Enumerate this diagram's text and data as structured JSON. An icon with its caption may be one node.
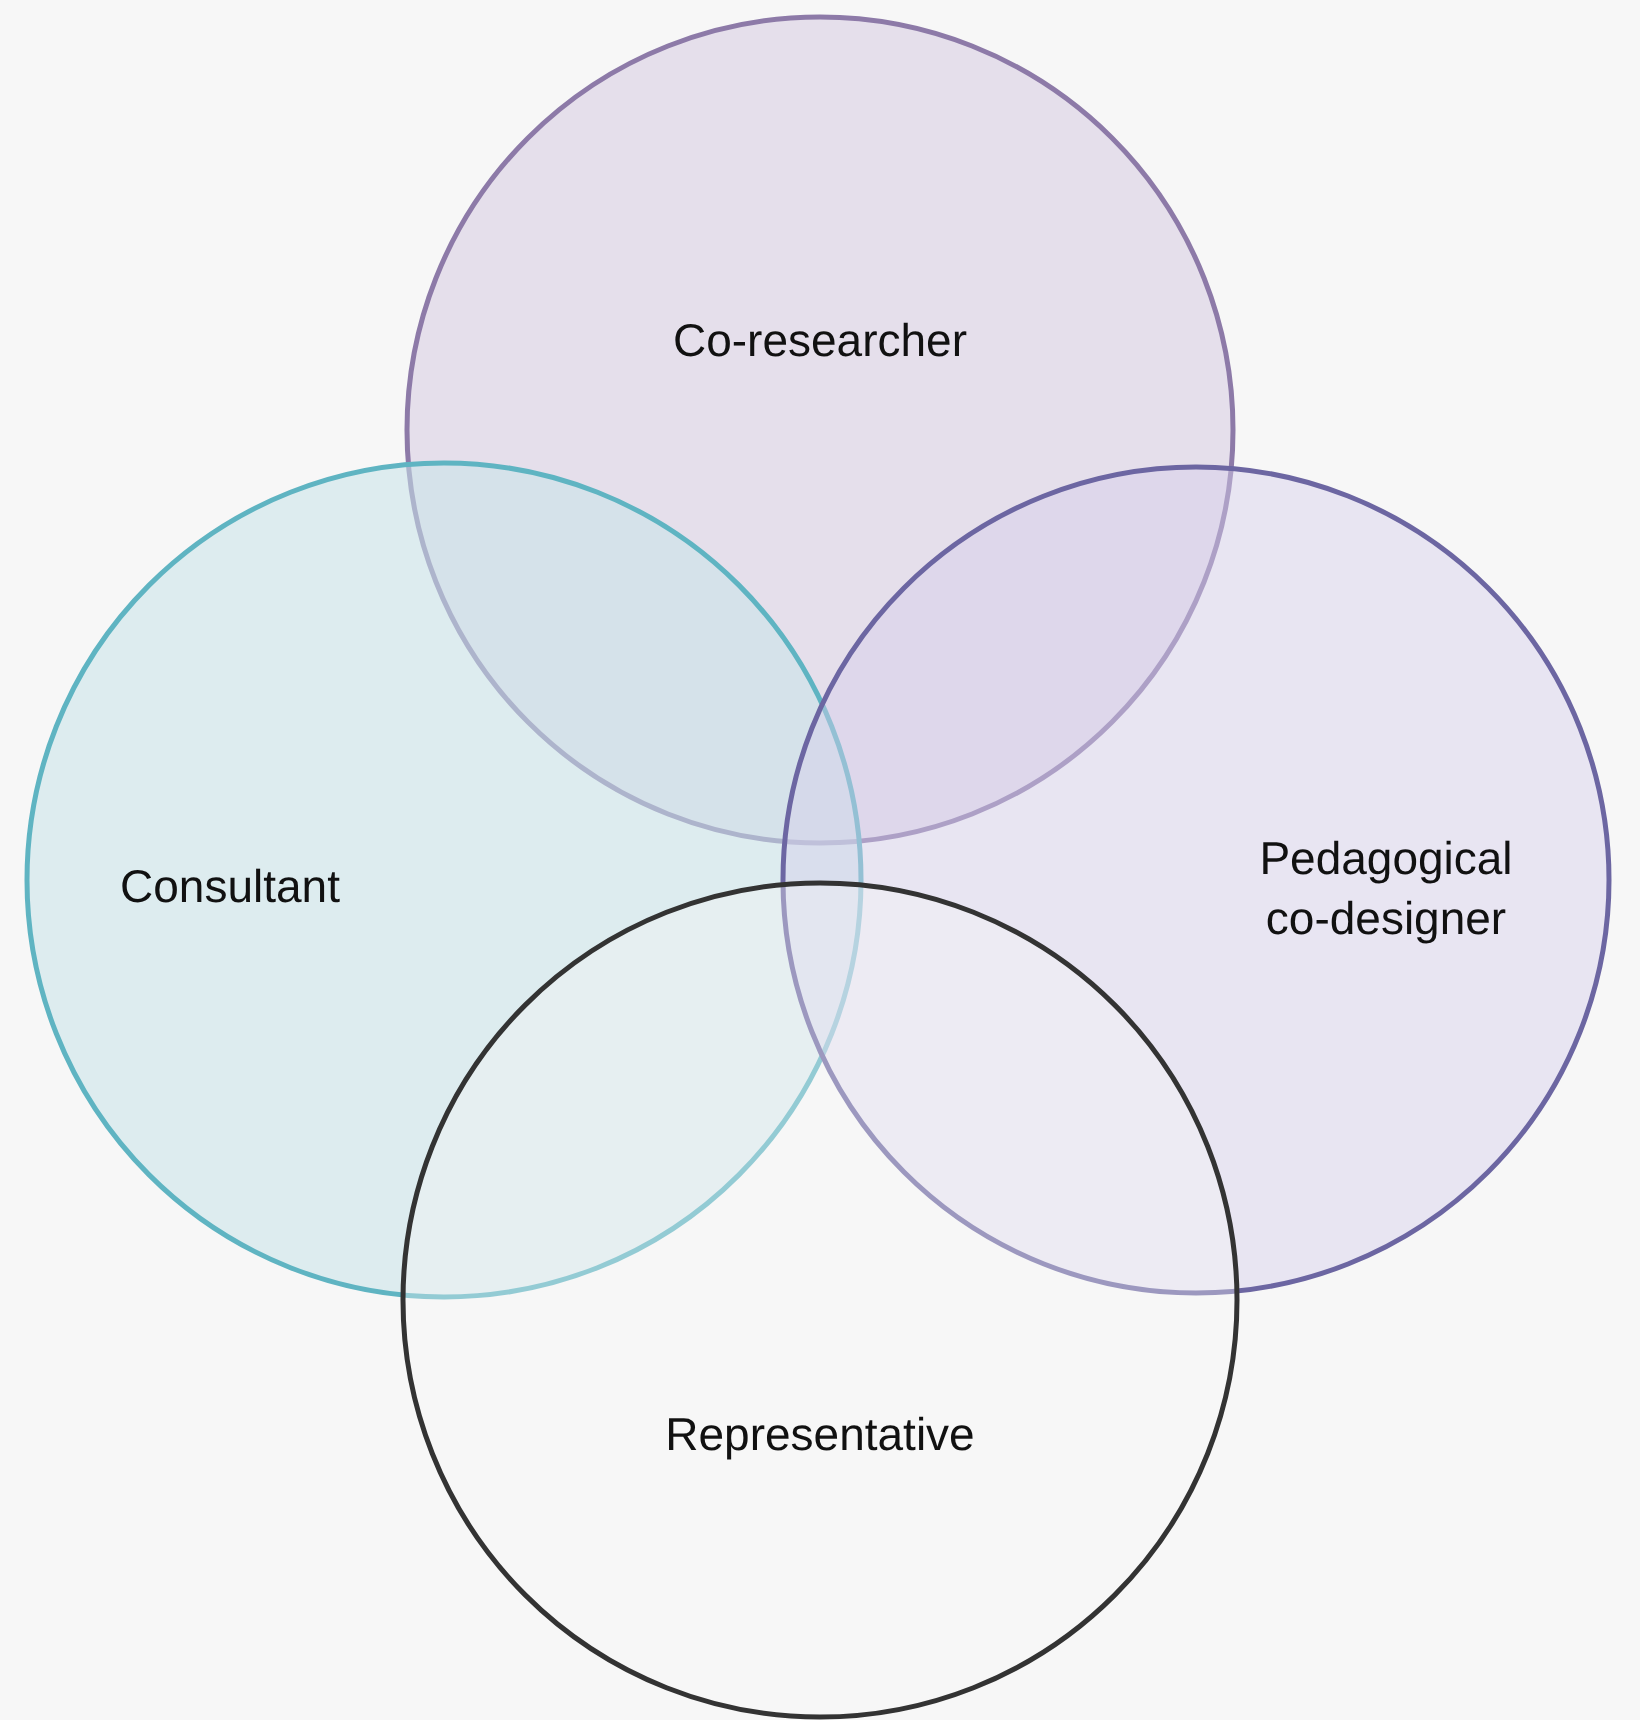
{
  "diagram": {
    "nodes": [
      {
        "text": [
          "Co-researcher"
        ]
      },
      {
        "text": [
          "Consultant"
        ]
      },
      {
        "text": [
          "Pedagogical co-designer"
        ]
      },
      {
        "text": [
          "Representative"
        ]
      }
    ]
  }
}
